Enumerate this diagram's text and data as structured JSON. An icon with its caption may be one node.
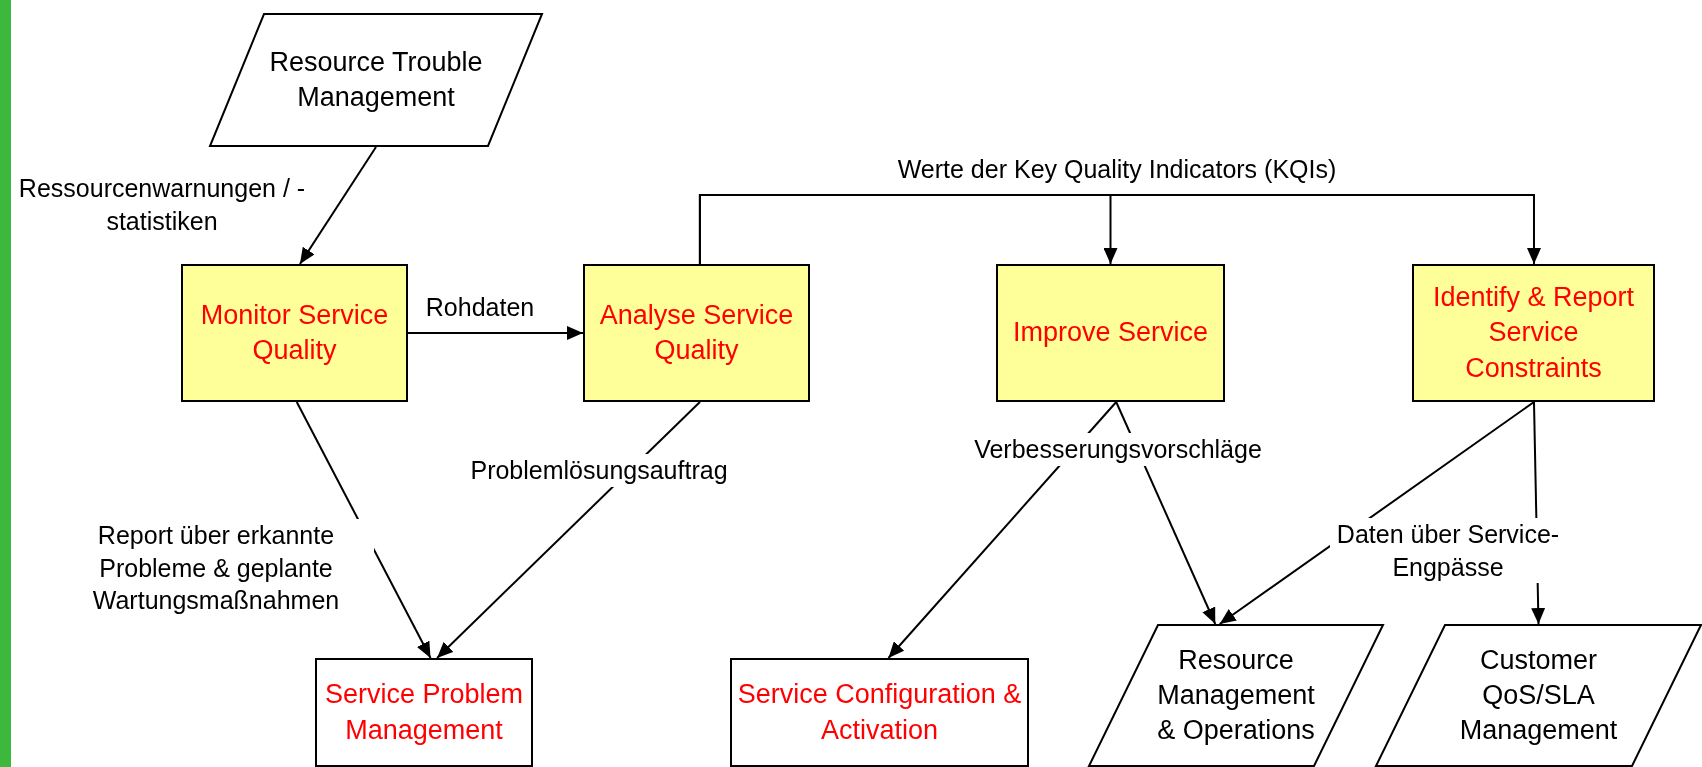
{
  "diagram": {
    "nodes": [
      {
        "text": [
          "Resource Trouble Management"
        ]
      },
      {
        "text": [
          "Monitor Service Quality"
        ]
      },
      {
        "text": [
          "Analyse Service Quality"
        ]
      },
      {
        "text": [
          "Improve Service"
        ]
      },
      {
        "text": [
          "Identify & Report Service Constraints"
        ]
      },
      {
        "text": [
          "Service Problem Management"
        ]
      },
      {
        "text": [
          "Service Configuration & Activation"
        ]
      },
      {
        "text": [
          "Resource Management & Operations"
        ]
      },
      {
        "text": [
          "Customer QoS/SLA Management"
        ]
      }
    ],
    "edges": [
      {
        "from": 0,
        "to": 1,
        "arrow": "to",
        "label": "Ressourcenwarnungen / -statistiken"
      },
      {
        "from": 1,
        "to": 2,
        "arrow": "to",
        "label": "Rohdaten"
      },
      {
        "from": 2,
        "to": 3,
        "arrow": "to",
        "label": "Werte der Key Quality Indicators (KQIs)"
      },
      {
        "from": 2,
        "to": 4,
        "arrow": "to"
      },
      {
        "from": 1,
        "to": 5,
        "arrow": "to",
        "label": "Report über erkannte Probleme & geplante Wartungsmaßnahmen"
      },
      {
        "from": 2,
        "to": 5,
        "arrow": "to",
        "label": "Problemlösungsauftrag"
      },
      {
        "from": 3,
        "to": 6,
        "arrow": "to",
        "label": "Verbesserungsvorschläge"
      },
      {
        "from": 3,
        "to": 7,
        "arrow": "to"
      },
      {
        "from": 4,
        "to": 7,
        "arrow": "to"
      },
      {
        "from": 4,
        "to": 8,
        "arrow": "to",
        "label": "Daten über Service-Engpässe"
      }
    ]
  }
}
